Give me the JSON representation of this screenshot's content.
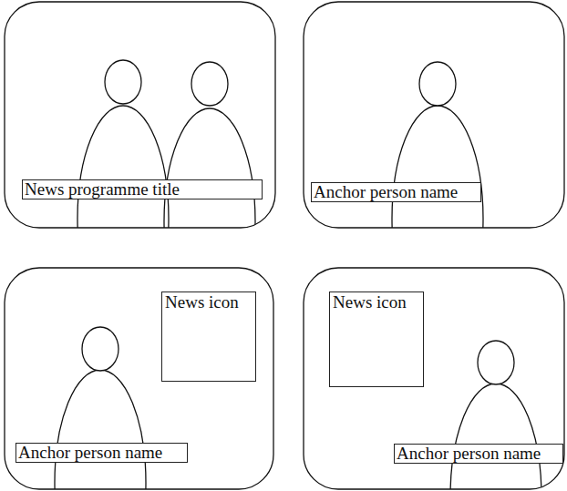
{
  "diagram": {
    "nodes": [
      {
        "text": [
          "News programme title"
        ]
      },
      {
        "text": [
          "Anchor person name"
        ]
      },
      {
        "text": [
          "News icon"
        ]
      },
      {
        "text": [
          "Anchor person name"
        ]
      },
      {
        "text": [
          "News icon"
        ]
      },
      {
        "text": [
          "Anchor person name"
        ]
      }
    ]
  }
}
